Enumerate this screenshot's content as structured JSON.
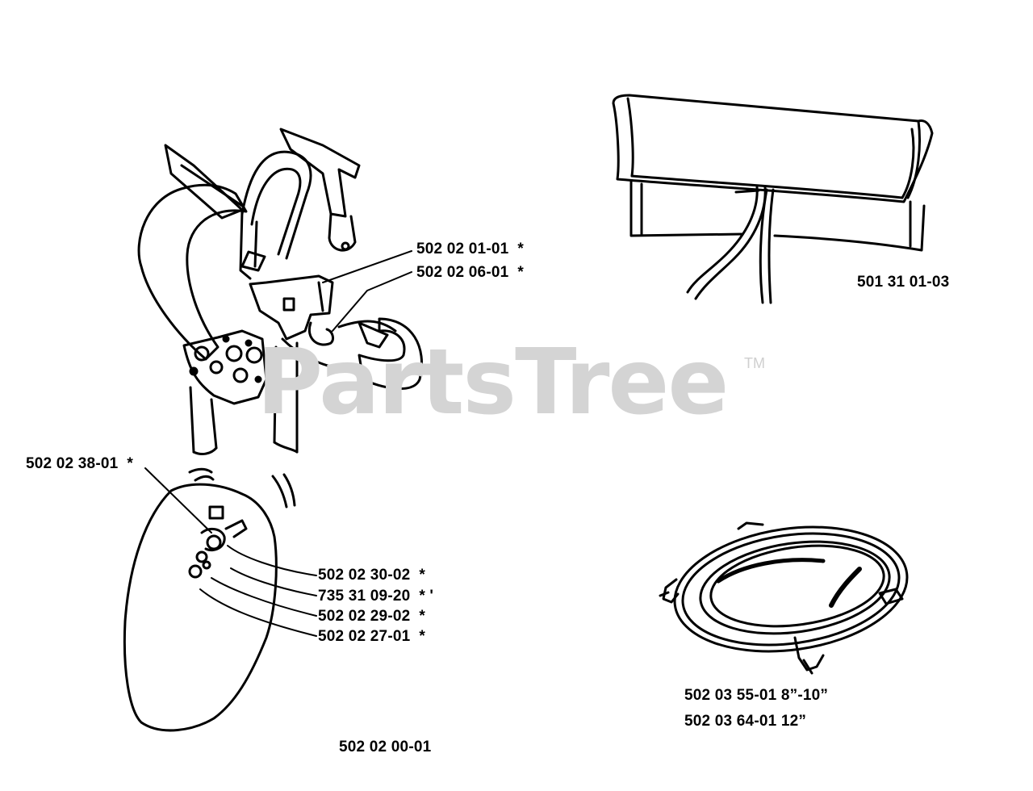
{
  "watermark": {
    "text": "PartsTree",
    "tm": "TM"
  },
  "parts": {
    "harness_assembly": "502 02 00-01",
    "buckle_a": "502 02 01-01",
    "buckle_a_mark": "*",
    "buckle_b": "502 02 06-01",
    "buckle_b_mark": "*",
    "hook": "502 02 38-01",
    "hook_mark": "*",
    "pad_part_1": "502 02 30-02",
    "pad_part_1_mark": "*",
    "pad_part_2": "735 31 09-20",
    "pad_part_2_mark": "* '",
    "pad_part_3": "502 02 29-02",
    "pad_part_3_mark": "*",
    "pad_part_4": "502 02 27-01",
    "pad_part_4_mark": "*",
    "tool_bag": "501 31 01-03",
    "trimmer_line_a": "502 03 55-01 8”-10”",
    "trimmer_line_b": "502 03 64-01 12”"
  }
}
